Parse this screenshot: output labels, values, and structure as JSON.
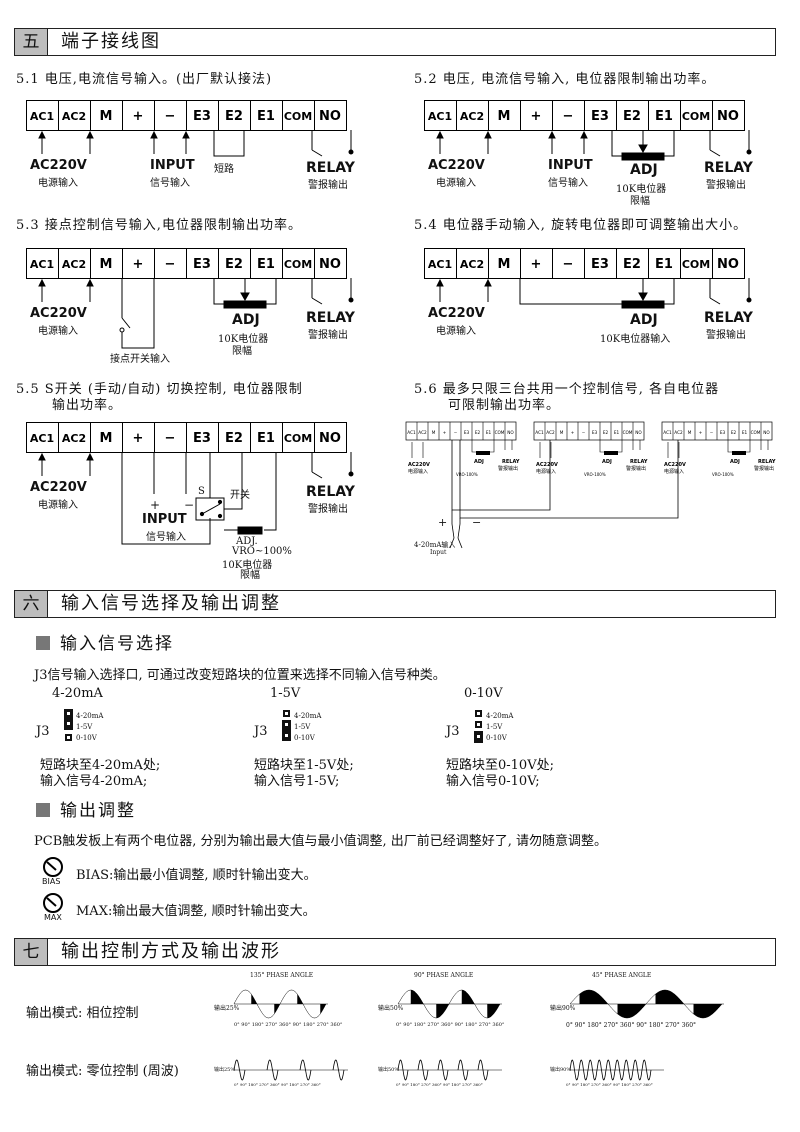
{
  "sec5": {
    "num": "五",
    "title": "端子接线图",
    "terminals": [
      "AC1",
      "AC2",
      "M",
      "+",
      "−",
      "E3",
      "E2",
      "E1",
      "COM",
      "NO"
    ],
    "c51": "5.1 电压,电流信号输入。(出厂默认接法)",
    "c52": "5.2 电压, 电流信号输入, 电位器限制输出功率。",
    "c53": "5.3 接点控制信号输入,电位器限制输出功率。",
    "c54": "5.4 电位器手动输入, 旋转电位器即可调整输出大小。",
    "c55a": "5.5  S开关 (手动/自动) 切换控制, 电位器限制",
    "c55b": "输出功率。",
    "c56a": "5.6 最多只限三台共用一个控制信号, 各自电位器",
    "c56b": "可限制输出功率。",
    "ac220": "AC220V",
    "power_in": "电源输入",
    "input": "INPUT",
    "signal_in": "信号输入",
    "short": "短路",
    "relay": "RELAY",
    "alarm_out": "警报输出",
    "adj": "ADJ",
    "adj_dot": "ADJ.",
    "pot10k": "10K电位器",
    "limit": "限幅",
    "pot10k_in": "10K电位器输入",
    "contact_in": "接点开关输入",
    "s": "S",
    "switch": "开关",
    "vro": "VRO~100%",
    "vro_small": "VRO-100%",
    "ma_in": "4-20mA输入",
    "input_small": "Input",
    "plus": "+",
    "minus": "−"
  },
  "sec6": {
    "num": "六",
    "title": "输入信号选择及输出调整",
    "sub1": "输入信号选择",
    "desc1": "J3信号输入选择口, 可通过改变短路块的位置来选择不同输入信号种类。",
    "j3": "J3",
    "opts": [
      {
        "head": "4-20mA",
        "l1": "短路块至4-20mA处;",
        "l2": "输入信号4-20mA;"
      },
      {
        "head": "1-5V",
        "l1": "短路块至1-5V处;",
        "l2": "输入信号1-5V;"
      },
      {
        "head": "0-10V",
        "l1": "短路块至0-10V处;",
        "l2": "输入信号0-10V;"
      }
    ],
    "pin_labels": [
      "4-20mA",
      "1-5V",
      "0-10V"
    ],
    "sub2": "输出调整",
    "desc2": "PCB触发板上有两个电位器, 分别为输出最大值与最小值调整, 出厂前已经调整好了, 请勿随意调整。",
    "bias_label": "BIAS",
    "bias_text": "BIAS:输出最小值调整, 顺时针输出变大。",
    "max_label": "MAX",
    "max_text": "MAX:输出最大值调整, 顺时针输出变大。"
  },
  "sec7": {
    "num": "七",
    "title": "输出控制方式及输出波形",
    "mode1": "输出模式: 相位控制",
    "mode2": "输出模式: 零位控制 (周波)",
    "phase_labels": [
      "135° PHASE ANGLE",
      "90° PHASE ANGLE",
      "45° PHASE ANGLE"
    ],
    "out_labels": [
      "输出25%",
      "输出50%",
      "输出90%"
    ],
    "axis_ticks": "0° 90° 180° 270° 360° 90° 180° 270° 360°"
  }
}
